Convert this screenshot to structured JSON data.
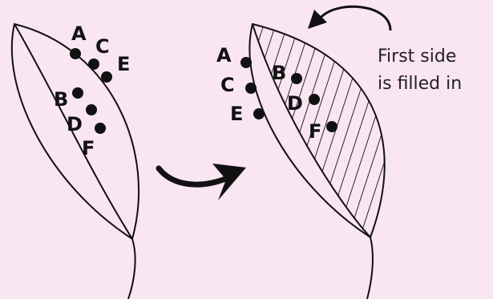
{
  "caption": {
    "line1": "First side",
    "line2": "is filled in"
  },
  "left_leaf": {
    "points": [
      "A",
      "C",
      "E",
      "B",
      "D",
      "F"
    ]
  },
  "right_leaf": {
    "points": [
      "A",
      "C",
      "E",
      "B",
      "D",
      "F"
    ]
  },
  "colors": {
    "background": "#fae5f2",
    "ink": "#111111"
  }
}
